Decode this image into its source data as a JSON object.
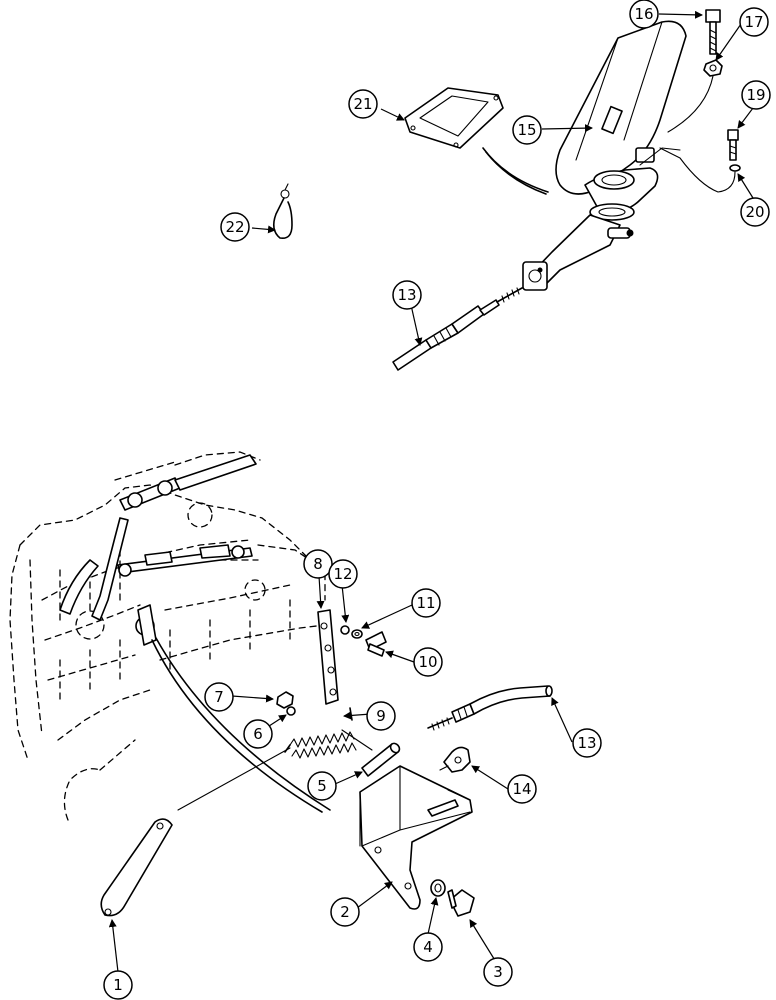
{
  "callouts": [
    {
      "id": "c1",
      "label": "1"
    },
    {
      "id": "c2",
      "label": "2"
    },
    {
      "id": "c3",
      "label": "3"
    },
    {
      "id": "c4",
      "label": "4"
    },
    {
      "id": "c5",
      "label": "5"
    },
    {
      "id": "c6",
      "label": "6"
    },
    {
      "id": "c7",
      "label": "7"
    },
    {
      "id": "c8",
      "label": "8"
    },
    {
      "id": "c9",
      "label": "9"
    },
    {
      "id": "c10",
      "label": "10"
    },
    {
      "id": "c11",
      "label": "11"
    },
    {
      "id": "c12",
      "label": "12"
    },
    {
      "id": "c13a",
      "label": "13"
    },
    {
      "id": "c13b",
      "label": "13"
    },
    {
      "id": "c14",
      "label": "14"
    },
    {
      "id": "c15",
      "label": "15"
    },
    {
      "id": "c16",
      "label": "16"
    },
    {
      "id": "c17",
      "label": "17"
    },
    {
      "id": "c19",
      "label": "19"
    },
    {
      "id": "c20",
      "label": "20"
    },
    {
      "id": "c21",
      "label": "21"
    },
    {
      "id": "c22",
      "label": "22"
    }
  ]
}
